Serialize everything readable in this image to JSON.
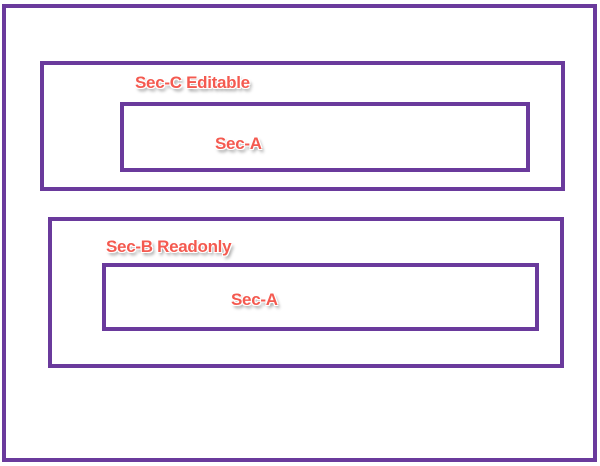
{
  "colors": {
    "border": "#6a3a9c",
    "label": "#f45a50"
  },
  "sections": {
    "sec_c": {
      "label": "Sec-C Editable",
      "inner": {
        "label": "Sec-A"
      }
    },
    "sec_b": {
      "label": "Sec-B Readonly",
      "inner": {
        "label": "Sec-A"
      }
    }
  }
}
